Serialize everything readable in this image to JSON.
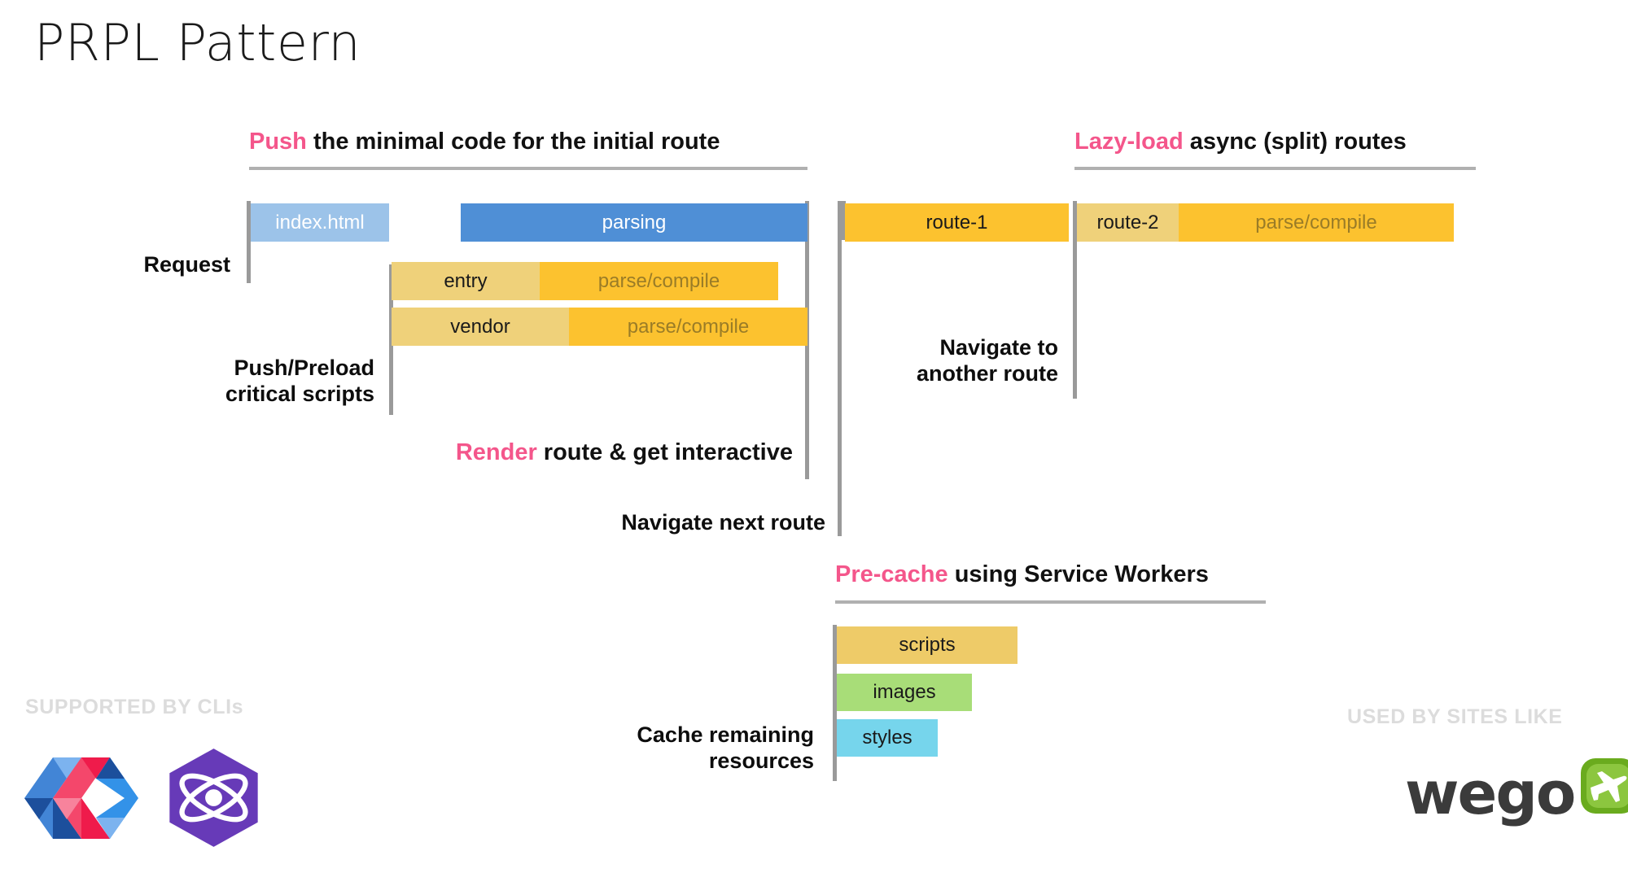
{
  "slide": {
    "title": "PRPL Pattern"
  },
  "sections": {
    "push": {
      "keyword": "Push",
      "rest": " the minimal code for the initial route"
    },
    "lazy": {
      "keyword": "Lazy-load",
      "rest": " async (split) routes"
    },
    "render": {
      "keyword": "Render",
      "rest": " route & get interactive"
    },
    "precache": {
      "keyword": "Pre-cache",
      "rest": " using Service Workers"
    }
  },
  "labels": {
    "request": "Request",
    "push_preload_line1": "Push/Preload",
    "push_preload_line2": "critical scripts",
    "navigate_next_route": "Navigate next route",
    "navigate_another_line1": "Navigate to",
    "navigate_another_line2": "another route",
    "cache_remaining_line1": "Cache remaining",
    "cache_remaining_line2": "resources"
  },
  "bars": {
    "index_html": "index.html",
    "parsing": "parsing",
    "entry": "entry",
    "entry_parse": "parse/compile",
    "vendor": "vendor",
    "vendor_parse": "parse/compile",
    "route1": "route-1",
    "route2": "route-2",
    "route2_parse": "parse/compile",
    "scripts": "scripts",
    "images": "images",
    "styles": "styles"
  },
  "footer": {
    "supported_by": "SUPPORTED BY CLIs",
    "used_by": "USED BY SITES LIKE",
    "wego_name": "wego"
  },
  "colors": {
    "accent_pink": "#f4568b",
    "light_blue": "#9cc3e9",
    "blue": "#4f8fd6",
    "light_gold": "#efd17a",
    "gold": "#fcc22f",
    "green": "#a8dd78",
    "cyan": "#76d5ec",
    "rule_gray": "#b0b0b0",
    "footer_gray": "#dcdcdc"
  }
}
